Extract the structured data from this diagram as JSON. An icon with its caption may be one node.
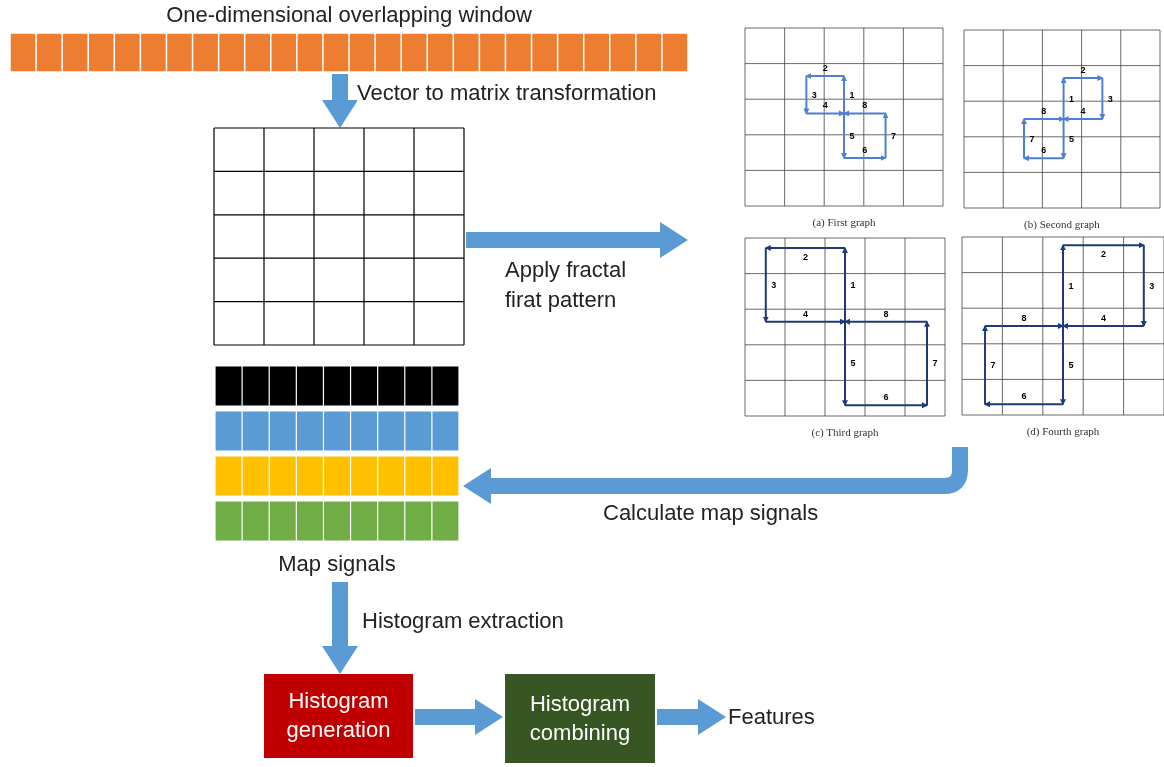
{
  "diagram": {
    "nodes": [
      {
        "text": [
          "One-dimensional overlapping window"
        ]
      },
      {
        "text": [],
        "shape": "grid"
      },
      {
        "text": [],
        "shape": "picture"
      },
      {
        "text": [
          "(a) First graph"
        ],
        "in": 2
      },
      {
        "text": [
          "(b) Second graph"
        ],
        "in": 2
      },
      {
        "text": [
          "(c) Third graph"
        ],
        "in": 2
      },
      {
        "text": [
          "(d) Fourth graph"
        ],
        "in": 2
      },
      {
        "text": [
          "Map signals"
        ]
      },
      {
        "text": [
          "Histogram generation"
        ]
      },
      {
        "text": [
          "Histogram combining"
        ]
      },
      {
        "text": [
          "Features"
        ]
      }
    ],
    "edges": [
      {
        "from": 0,
        "to": 1,
        "arrow": "to",
        "label": "Vector to matrix transformation"
      },
      {
        "from": 1,
        "to": 2,
        "arrow": "to",
        "label": "Apply fractal firat pattern"
      },
      {
        "from": 2,
        "to": 7,
        "arrow": "to",
        "label": "Calculate map signals"
      },
      {
        "from": 7,
        "to": 8,
        "arrow": "to",
        "label": "Histogram extraction"
      },
      {
        "from": 8,
        "to": 9,
        "arrow": "to"
      },
      {
        "from": 9,
        "to": 10,
        "arrow": "to"
      }
    ],
    "labels": [
      "1",
      "2",
      "3",
      "4",
      "5",
      "6",
      "7",
      "8",
      "1",
      "2",
      "3",
      "4",
      "5",
      "6",
      "7",
      "8",
      "1",
      "2",
      "3",
      "4",
      "5",
      "6",
      "7",
      "8",
      "1",
      "2",
      "3",
      "4",
      "5",
      "6",
      "7",
      "8"
    ]
  }
}
